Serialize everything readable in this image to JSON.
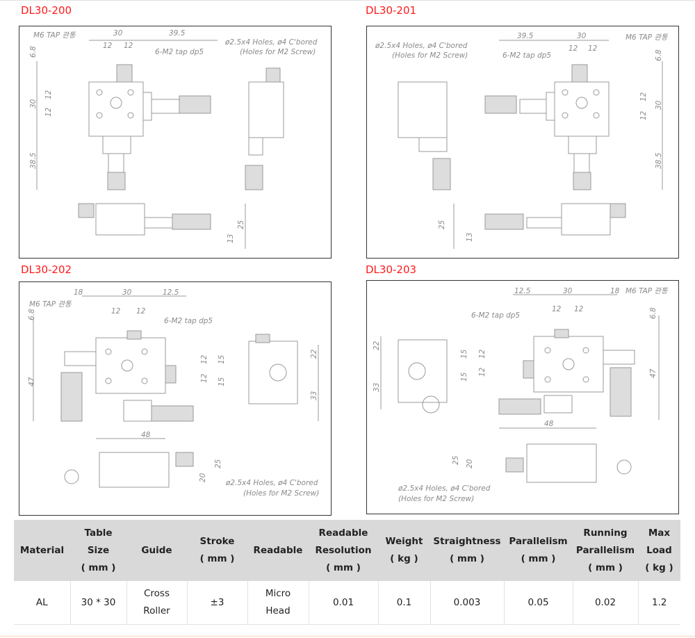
{
  "panels": [
    {
      "title": "DL30-200",
      "labels": [
        "M6 TAP 관통",
        "30",
        "39.5",
        "12",
        "12",
        "6-M2 tap dp5",
        "ø2.5x4 Holes, ø4 C'bored",
        "(Holes for M2 Screw)",
        "6.8",
        "30",
        "12",
        "12",
        "38.5",
        "25",
        "13"
      ]
    },
    {
      "title": "DL30-201",
      "labels": [
        "ø2.5x4 Holes, ø4 C'bored",
        "(Holes for M2 Screw)",
        "39.5",
        "30",
        "M6 TAP 관통",
        "12",
        "12",
        "6-M2 tap dp5",
        "6.8",
        "12",
        "30",
        "12",
        "38.5",
        "25",
        "13"
      ]
    },
    {
      "title": "DL30-202",
      "labels": [
        "18",
        "30",
        "12.5",
        "M6 TAP 관통",
        "12",
        "12",
        "6-M2 tap dp5",
        "6.8",
        "47",
        "12",
        "15",
        "12",
        "15",
        "22",
        "33",
        "48",
        "25",
        "20",
        "ø2.5x4 Holes, ø4 C'bored",
        "(Holes for M2 Screw)"
      ]
    },
    {
      "title": "DL30-203",
      "labels": [
        "12.5",
        "30",
        "18",
        "M6 TAP 관통",
        "12",
        "12",
        "6-M2 tap dp5",
        "6.8",
        "22",
        "33",
        "15",
        "12",
        "12",
        "15",
        "47",
        "48",
        "25",
        "20",
        "ø2.5x4 Holes, ø4 C'bored",
        "(Holes for M2 Screw)"
      ]
    }
  ],
  "spec_table": {
    "headers": [
      [
        "Material"
      ],
      [
        "Table",
        "Size",
        "( mm )"
      ],
      [
        "Guide"
      ],
      [
        "Stroke",
        "( mm )"
      ],
      [
        "Readable"
      ],
      [
        "Readable",
        "Resolution",
        "( mm )"
      ],
      [
        "Weight",
        "( kg )"
      ],
      [
        "Straightness",
        "( mm )"
      ],
      [
        "Parallelism",
        "( mm )"
      ],
      [
        "Running",
        "Parallelism",
        "( mm )"
      ],
      [
        "Max",
        "Load",
        "( kg )"
      ]
    ],
    "row": [
      [
        "AL"
      ],
      [
        "30 * 30"
      ],
      [
        "Cross",
        "Roller"
      ],
      [
        "±3"
      ],
      [
        "Micro",
        "Head"
      ],
      [
        "0.01"
      ],
      [
        "0.1"
      ],
      [
        "0.003"
      ],
      [
        "0.05"
      ],
      [
        "0.02"
      ],
      [
        "1.2"
      ]
    ]
  }
}
